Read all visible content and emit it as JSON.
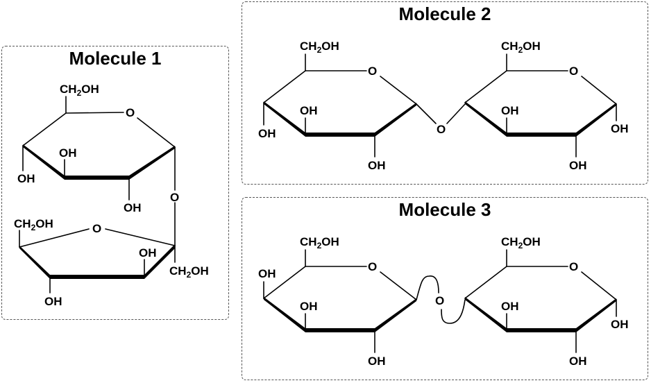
{
  "molecule1": {
    "title": "Molecule 1",
    "labels": {
      "top_ch2oh": "CH2OH",
      "ring_o": "O",
      "oh_c3": "OH",
      "oh_c4": "OH",
      "oh_c2": "OH",
      "bridge_o": "O",
      "fru_ch2oh_left": "CH2OH",
      "fru_ring_o": "O",
      "fru_oh_c3": "OH",
      "fru_oh_c4": "OH",
      "fru_ch2oh_right": "CH2OH"
    }
  },
  "molecule2": {
    "title": "Molecule 2",
    "labels": {
      "left_ch2oh": "CH2OH",
      "left_ring_o": "O",
      "left_oh_c4": "OH",
      "left_oh_c3": "OH",
      "left_oh_c2": "OH",
      "bridge_o": "O",
      "right_ch2oh": "CH2OH",
      "right_ring_o": "O",
      "right_oh_c3": "OH",
      "right_oh_c2": "OH",
      "right_oh_c1": "OH"
    }
  },
  "molecule3": {
    "title": "Molecule 3",
    "labels": {
      "left_ch2oh": "CH2OH",
      "left_ring_o": "O",
      "left_oh_c4": "OH",
      "left_oh_c3": "OH",
      "left_oh_c2": "OH",
      "bridge_o": "O",
      "right_ch2oh": "CH2OH",
      "right_ring_o": "O",
      "right_oh_c3": "OH",
      "right_oh_c2": "OH",
      "right_oh_c1": "OH"
    }
  }
}
